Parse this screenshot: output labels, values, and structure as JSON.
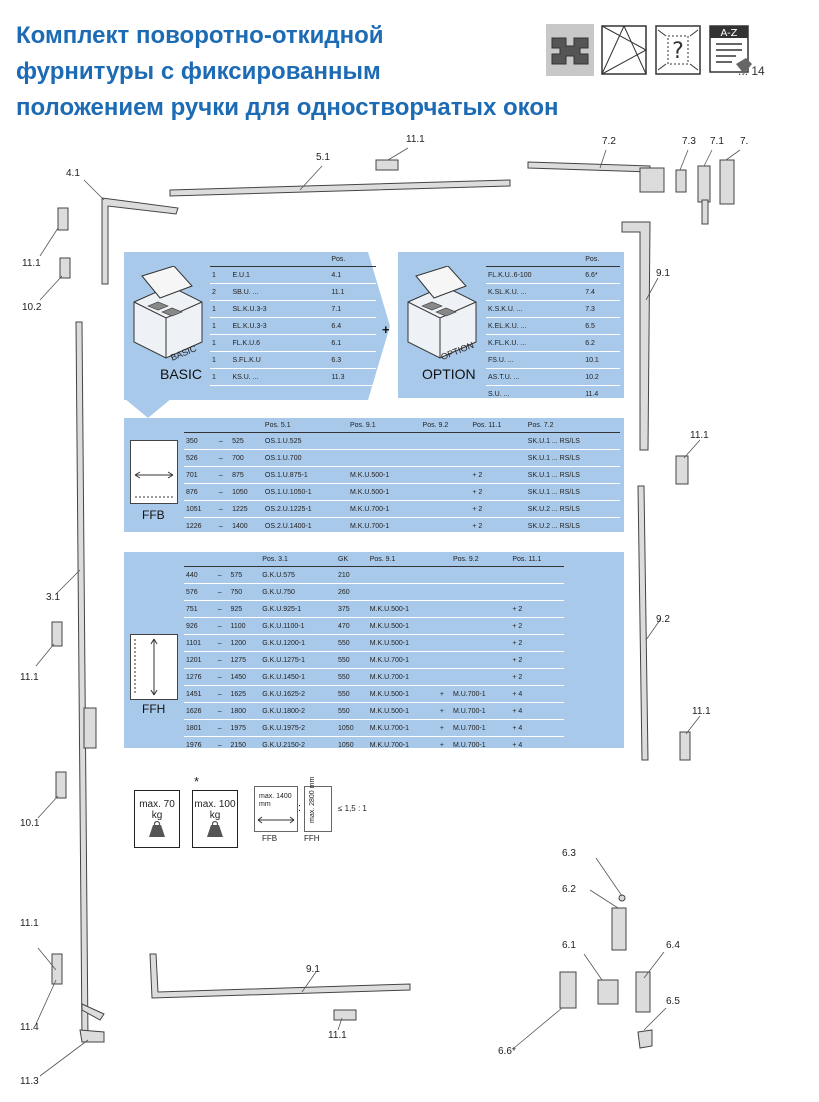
{
  "header": {
    "title_lines": [
      "Комплект поворотно-откидной",
      "фурнитуры с фиксированным",
      "положением ручки для одностворчатых окон"
    ],
    "page_ref": "... 14"
  },
  "part_labels": {
    "p5_1": "5.1",
    "p11_1_top": "11.1",
    "p7_2": "7.2",
    "p7_3": "7.3",
    "p7_1": "7.1",
    "p7": "7.",
    "p4_1": "4.1",
    "p11_1_a": "11.1",
    "p10_2": "10.2",
    "p9_1_right": "9.1",
    "p11_1_b": "11.1",
    "p3_1": "3.1",
    "p11_1_c": "11.1",
    "p9_2": "9.2",
    "p11_1_d": "11.1",
    "p10_1": "10.1",
    "p11_1_e": "11.1",
    "p11_4": "11.4",
    "p11_3": "11.3",
    "p9_1_bottom": "9.1",
    "p11_1_f": "11.1",
    "p6_3": "6.3",
    "p6_2": "6.2",
    "p6_1": "6.1",
    "p6_4": "6.4",
    "p6_5": "6.5",
    "p6_6": "6.6*"
  },
  "basic": {
    "label": "BASIC",
    "box_text": "BASIC",
    "pos_header": "Pos.",
    "rows": [
      {
        "qty": "1",
        "code": "E.U.1",
        "pos": "4.1"
      },
      {
        "qty": "2",
        "code": "SB.U. ...",
        "pos": "11.1"
      },
      {
        "qty": "1",
        "code": "SL.K.U.3-3",
        "pos": "7.1"
      },
      {
        "qty": "1",
        "code": "EL.K.U.3-3",
        "pos": "6.4"
      },
      {
        "qty": "1",
        "code": "FL.K.U.6",
        "pos": "6.1"
      },
      {
        "qty": "1",
        "code": "S.FL.K.U",
        "pos": "6.3"
      },
      {
        "qty": "1",
        "code": "KS.U. ...",
        "pos": "11.3"
      }
    ]
  },
  "option": {
    "label": "OPTION",
    "box_text": "OPTION",
    "pos_header": "Pos.",
    "rows": [
      {
        "code": "FL.K.U..6-100",
        "pos": "6.6*"
      },
      {
        "code": "K.SL.K.U. ...",
        "pos": "7.4"
      },
      {
        "code": "K.S.K.U. ...",
        "pos": "7.3"
      },
      {
        "code": "K.EL.K.U. ...",
        "pos": "6.5"
      },
      {
        "code": "K.FL.K.U. ...",
        "pos": "6.2"
      },
      {
        "code": "FS.U. ...",
        "pos": "10.1"
      },
      {
        "code": "AS.T.U. ...",
        "pos": "10.2"
      },
      {
        "code": "S.U. ...",
        "pos": "11.4"
      }
    ]
  },
  "plus_sign": "+",
  "ffb": {
    "label": "FFB",
    "headers": [
      "",
      "",
      "",
      "Pos. 5.1",
      "Pos. 9.1",
      "Pos. 9.2",
      "Pos. 11.1",
      "Pos. 7.2"
    ],
    "rows": [
      [
        "350",
        "–",
        "525",
        "OS.1.U.525",
        "",
        "",
        "",
        "SK.U.1 ... RS/LS"
      ],
      [
        "526",
        "–",
        "700",
        "OS.1.U.700",
        "",
        "",
        "",
        "SK.U.1 ... RS/LS"
      ],
      [
        "701",
        "–",
        "875",
        "OS.1.U.875-1",
        "M.K.U.500-1",
        "",
        "+ 2",
        "SK.U.1 ... RS/LS"
      ],
      [
        "876",
        "–",
        "1050",
        "OS.1.U.1050-1",
        "M.K.U.500-1",
        "",
        "+ 2",
        "SK.U.1 ... RS/LS"
      ],
      [
        "1051",
        "–",
        "1225",
        "OS.2.U.1225-1",
        "M.K.U.700-1",
        "",
        "+ 2",
        "SK.U.2 ... RS/LS"
      ],
      [
        "1226",
        "–",
        "1400",
        "OS.2.U.1400-1",
        "M.K.U.700-1",
        "",
        "+ 2",
        "SK.U.2 ... RS/LS"
      ]
    ]
  },
  "ffh": {
    "label": "FFH",
    "headers": [
      "",
      "",
      "",
      "Pos. 3.1",
      "GK",
      "Pos. 9.1",
      "",
      "Pos. 9.2",
      "Pos. 11.1"
    ],
    "rows": [
      [
        "440",
        "–",
        "575",
        "G.K.U.575",
        "210",
        "",
        "",
        "",
        ""
      ],
      [
        "576",
        "–",
        "750",
        "G.K.U.750",
        "260",
        "",
        "",
        "",
        ""
      ],
      [
        "751",
        "–",
        "925",
        "G.K.U.925-1",
        "375",
        "M.K.U.500-1",
        "",
        "",
        "+ 2"
      ],
      [
        "926",
        "–",
        "1100",
        "G.K.U.1100-1",
        "470",
        "M.K.U.500-1",
        "",
        "",
        "+ 2"
      ],
      [
        "1101",
        "–",
        "1200",
        "G.K.U.1200-1",
        "550",
        "M.K.U.500-1",
        "",
        "",
        "+ 2"
      ],
      [
        "1201",
        "–",
        "1275",
        "G.K.U.1275-1",
        "550",
        "M.K.U.700-1",
        "",
        "",
        "+ 2"
      ],
      [
        "1276",
        "–",
        "1450",
        "G.K.U.1450-1",
        "550",
        "M.K.U.700-1",
        "",
        "",
        "+ 2"
      ],
      [
        "1451",
        "–",
        "1625",
        "G.K.U.1625-2",
        "550",
        "M.K.U.500-1",
        "+",
        "M.U.700-1",
        "+ 4"
      ],
      [
        "1626",
        "–",
        "1800",
        "G.K.U.1800-2",
        "550",
        "M.K.U.500-1",
        "+",
        "M.U.700-1",
        "+ 4"
      ],
      [
        "1801",
        "–",
        "1975",
        "G.K.U.1975-2",
        "1050",
        "M.K.U.700-1",
        "+",
        "M.U.700-1",
        "+ 4"
      ],
      [
        "1976",
        "–",
        "2150",
        "G.K.U.2150-2",
        "1050",
        "M.K.U.700-1",
        "+",
        "M.U.700-1",
        "+ 4"
      ]
    ]
  },
  "limits": {
    "weight_basic": "max. 70 kg",
    "weight_option": "max. 100 kg",
    "asterisk": "*",
    "ffb_max": "max. 1400 mm",
    "ffh_max": "max. 2800 mm",
    "colon": ":",
    "ratio": "≤ 1,5 : 1",
    "ffb": "FFB",
    "ffh": "FFH"
  }
}
